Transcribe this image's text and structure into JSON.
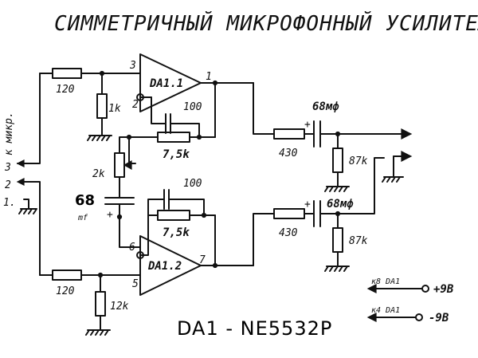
{
  "title": "СИММЕТРИЧНЫЙ МИКРОФОННЫЙ УСИЛИТЕЛЬ",
  "part_number": "DA1 - NE5532P",
  "input": {
    "label": "к микр.",
    "pin3": "3",
    "pin2": "2",
    "pin1": "1."
  },
  "opamps": {
    "top": {
      "name": "DA1.1",
      "pin_plus": "3",
      "pin_minus": "2",
      "pin_out": "1"
    },
    "bottom": {
      "name": "DA1.2",
      "pin_minus": "6",
      "pin_plus": "5",
      "pin_out": "7"
    }
  },
  "resistors": {
    "r_in_top": "120",
    "r_bias_top": "1k",
    "r_trim": "2k",
    "r_fb_top": "7,5k",
    "r_fb_bot": "7,5k",
    "r_in_bot": "120",
    "r_bias_bot": "12k",
    "r_out_top": "430",
    "r_out_bot": "430",
    "r_load_top": "87k",
    "r_load_bot": "87k"
  },
  "capacitors": {
    "c_fb_top": "100",
    "c_fb_bot": "100",
    "c_mid_value": "68",
    "c_mid_unit": "mf",
    "c_mid_plus": "+",
    "c_out_top": "68мф",
    "c_out_bot": "68мф",
    "c_out_plus": "+"
  },
  "power": {
    "pos_pin": "к8 DA1",
    "pos_value": "+9В",
    "neg_pin": "к4 DA1",
    "neg_value": "-9В"
  }
}
